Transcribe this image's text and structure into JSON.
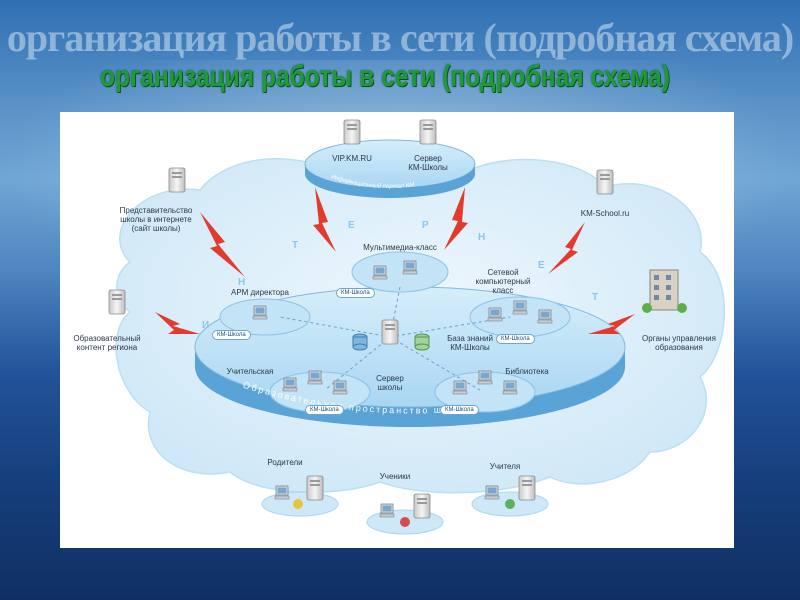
{
  "slide": {
    "title_shadow": "организация работы в сети (подробная схема)",
    "title": "организация работы в сети (подробная схема)"
  },
  "colors": {
    "title_green": "#1f9a3a",
    "cloud_blue": "#cfe8f7",
    "disk_blue": "#8fc8ea",
    "bolt_red": "#e23b2c"
  },
  "diagram": {
    "portal": {
      "vip_label": "VIP.KM.RU",
      "server_label": "Сервер\nКМ-Школы",
      "ring_text": "Информационный портал КМ"
    },
    "internet_letters": [
      "И",
      "Н",
      "Т",
      "Е",
      "Р",
      "Н",
      "Е",
      "Т"
    ],
    "outer": {
      "school_site": "Представительство\nшколы в интернете\n(сайт школы)",
      "km_school_ru": "KM-School.ru",
      "region_content": "Образовательный\nконтент региона",
      "edu_authorities": "Органы управления\nобразования"
    },
    "school": {
      "director": "АРМ директора",
      "multimedia": "Мультимедиа-класс",
      "network_class": "Сетевой\nкомпьютерный\nкласс",
      "knowledge_base": "База знаний\nКМ-Школы",
      "teachers_room": "Учительская",
      "server": "Сервер\nшколы",
      "library": "Библиотека",
      "ring_text": "Образовательное пространство школы",
      "badge": "КМ-Школа"
    },
    "users": {
      "parents": "Родители",
      "students": "Ученики",
      "teachers": "Учителя"
    }
  }
}
